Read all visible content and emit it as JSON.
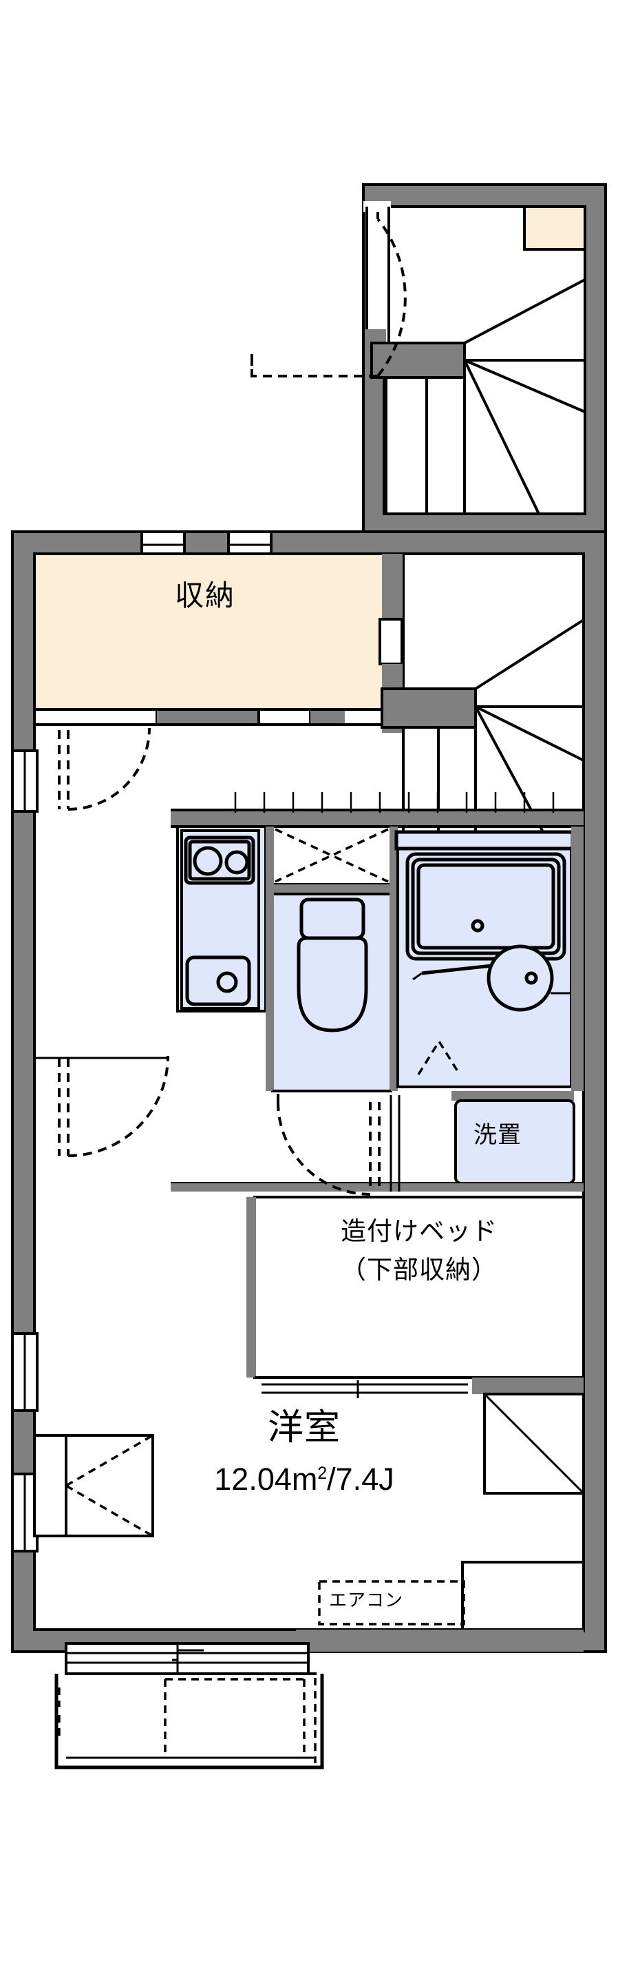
{
  "plan": {
    "type": "floor-plan",
    "unit_type": "1R maisonette with loft stair",
    "colors": {
      "wall_fill": "#808080",
      "wall_stroke": "#000000",
      "storage_fill": "#fdeed8",
      "water_fill": "#dfe8fa",
      "background": "#ffffff",
      "line": "#000000"
    },
    "labels": {
      "storage": "収納",
      "washer": "洗置",
      "built_in_bed_line1": "造付けベッド",
      "built_in_bed_line2": "（下部収納）",
      "room_name": "洋室",
      "room_area": "12.04㎡/7.4J",
      "room_area_number": "12.04",
      "room_area_unit": "m",
      "room_area_sup": "2",
      "room_area_tatami": "/7.4J",
      "air_conditioner": "エアコン"
    },
    "sections": [
      {
        "id": "upper-stair",
        "name": "upper-floor-stairwell",
        "description": "detached upper plan fragment showing entry door and winder staircase",
        "features": [
          "entry-door-swing",
          "winder-stair",
          "corner-storage-block",
          "landing"
        ]
      },
      {
        "id": "main-floor",
        "name": "main-floor-plan",
        "description": "main dwelling plan",
        "features": [
          "storage-closet",
          "winder-stair",
          "kitchen-two-burner-stove",
          "kitchen-sink",
          "toilet",
          "bathtub-with-washbasin",
          "washer-space",
          "built-in-bed",
          "western-room",
          "air-conditioner",
          "balcony",
          "entry-doors",
          "windows"
        ]
      }
    ],
    "fixtures": {
      "stove_burners": 2,
      "sink": 1,
      "toilet": 1,
      "bathtub": 1,
      "washbasin": 1,
      "washer_space": 1,
      "balcony": 1
    }
  }
}
